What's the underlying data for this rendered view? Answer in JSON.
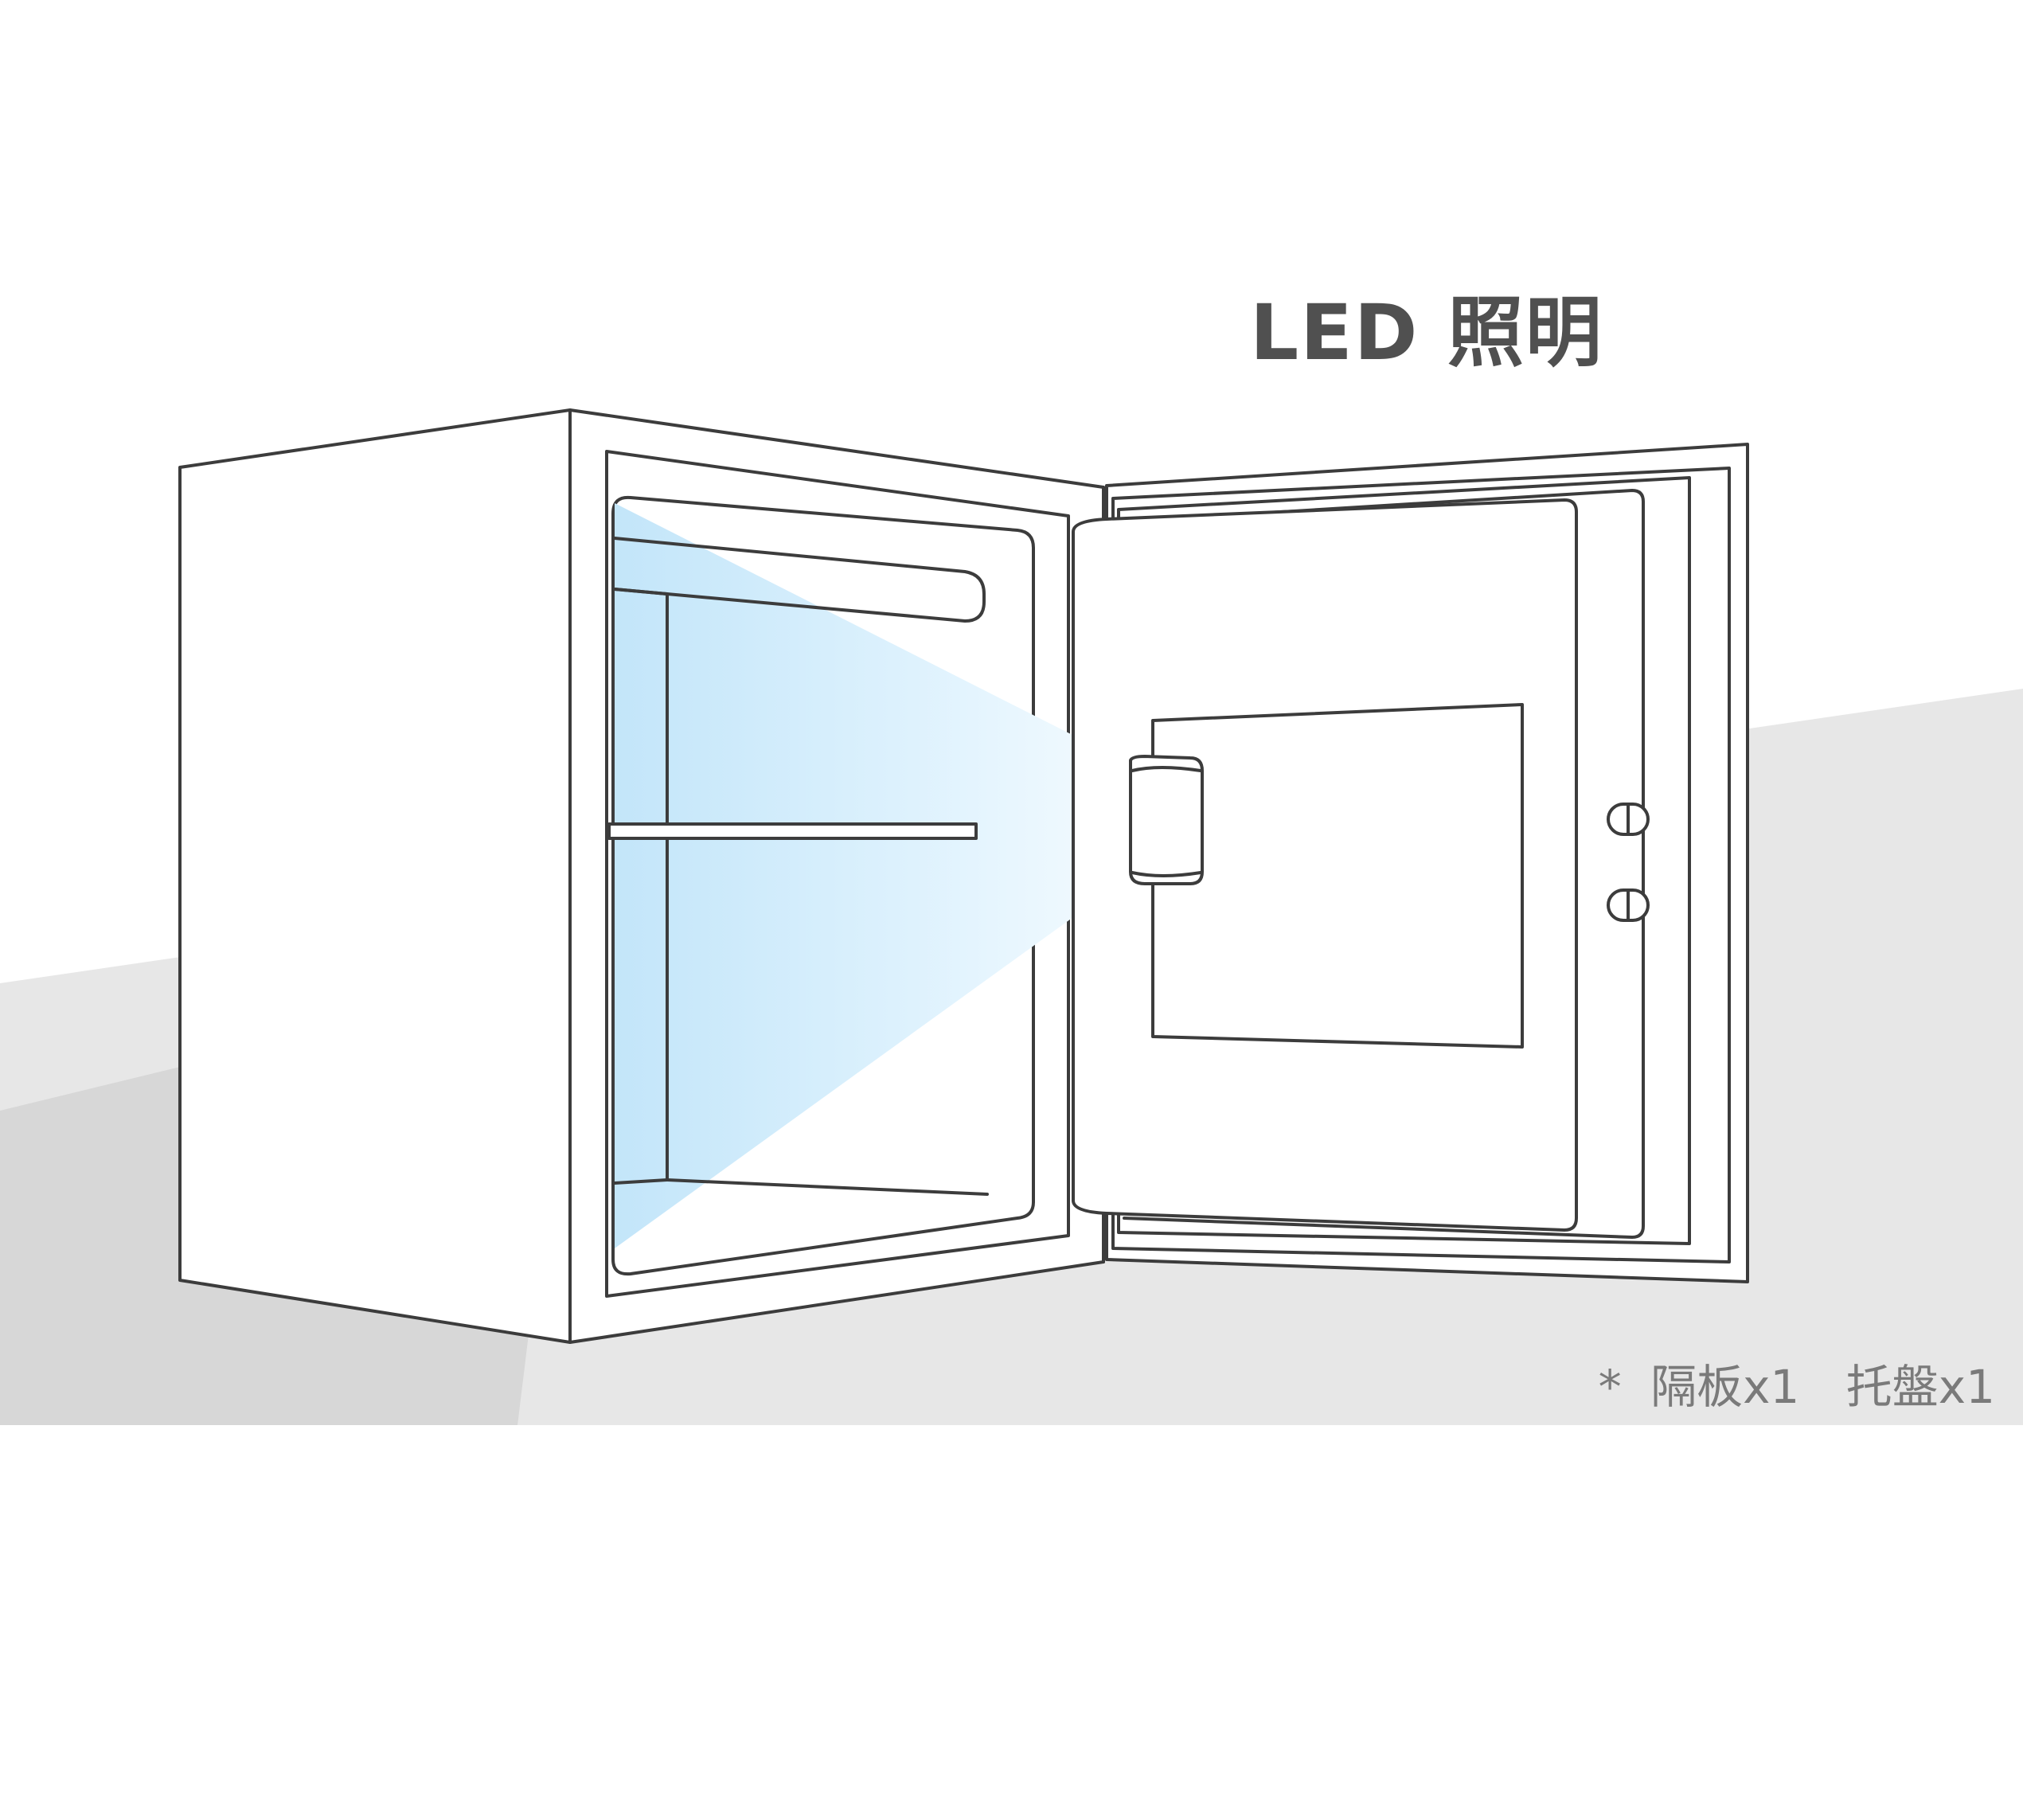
{
  "heading": "LED 照明",
  "footnote": {
    "prefix": "*",
    "items": [
      "隔板x1",
      "托盤x1"
    ]
  },
  "colors": {
    "background": "#ffffff",
    "floor_light": "#e7e7e7",
    "floor_dark": "#d7d7d7",
    "outline": "#3c3c3c",
    "light_beam": "#bfe6fb",
    "heading_text": "#505050",
    "footnote_text": "#7a7a7a"
  },
  "icons": {
    "light": "led-light-icon"
  }
}
